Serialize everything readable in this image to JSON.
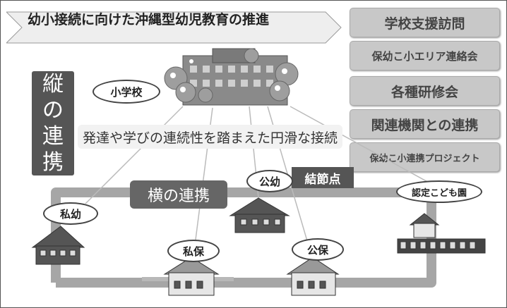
{
  "title": "幼小接続に向けた沖縄型幼児教育の推進",
  "side_items": [
    {
      "label": "学校支援訪問"
    },
    {
      "label": "保幼こ小エリア連絡会"
    },
    {
      "label": "各種研修会"
    },
    {
      "label": "関連機関との連携"
    },
    {
      "label": "保幼こ小連携プロジェクト"
    }
  ],
  "vertical": {
    "chars": [
      "縦",
      "の",
      "連",
      "携"
    ]
  },
  "elementary": "小学校",
  "concept": "発達や学びの連続性を踏まえた円滑な接続",
  "horizontal": "横の連携",
  "node": "結節点",
  "institutions": {
    "shiyou": "私幼",
    "kouyou": "公幼",
    "shiho": "私保",
    "kouho": "公保",
    "nintei": "認定こども園"
  },
  "colors": {
    "panel": "#c8c8c8",
    "dark": "#555555",
    "road": "#a6a6a6"
  }
}
